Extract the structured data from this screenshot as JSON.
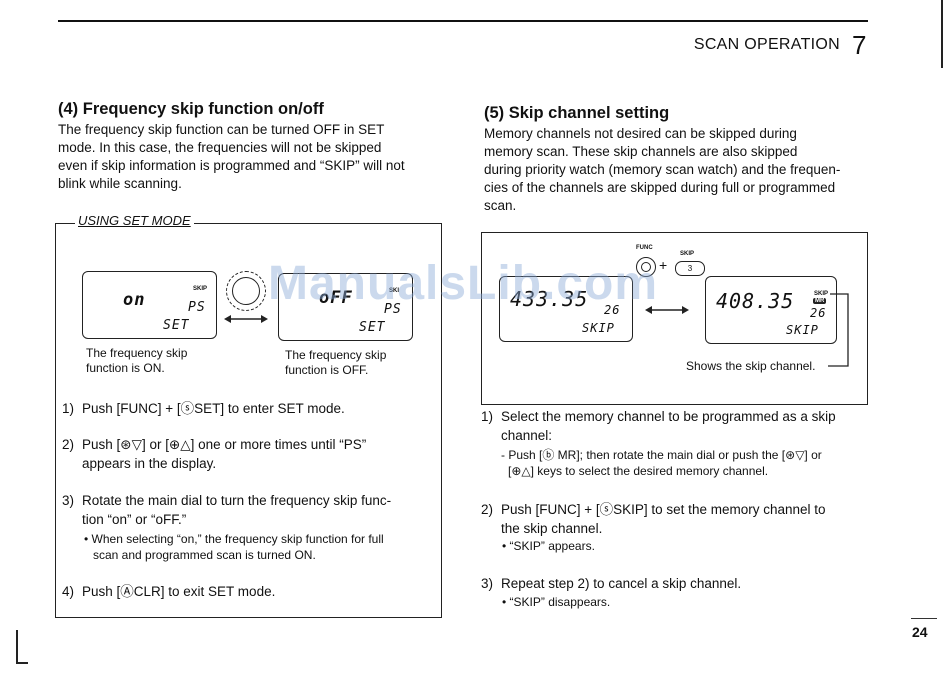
{
  "header": {
    "section": "SCAN OPERATION",
    "chapter": "7",
    "page": "24"
  },
  "watermark": "ManualsLib.com",
  "left": {
    "title": "(4) Frequency skip function on/off",
    "intro": [
      "The frequency skip function can be turned OFF in SET",
      "mode.  In this case, the frequencies will not be skipped",
      "even if skip information is programmed and “SKIP” will not",
      "blink while scanning."
    ],
    "box_label": "USING SET MODE",
    "display_on": {
      "value": "on",
      "skip": "SKIP",
      "ps": "PS",
      "set": "SET"
    },
    "display_off": {
      "value": "oFF",
      "skip": "SKI",
      "ps": "PS",
      "set": "SET"
    },
    "caption_on": [
      "The   frequency   skip",
      "function is ON."
    ],
    "caption_off": [
      "The   frequency   skip",
      "function is OFF."
    ],
    "steps": [
      {
        "num": "1)",
        "lines": [
          "Push [FUNC] + [ⓢSET] to enter SET mode."
        ]
      },
      {
        "num": "2)",
        "lines": [
          "Push [⊛▽] or [⊕△] one or more times until “PS”",
          "appears in the display."
        ]
      },
      {
        "num": "3)",
        "lines": [
          "Rotate the main dial to turn the frequency skip func-",
          "tion “on” or “oFF.”"
        ],
        "bullet": [
          "• When  selecting  “on,”  the  frequency  skip  function  for  full",
          "scan and programmed scan is turned ON."
        ]
      },
      {
        "num": "4)",
        "lines": [
          "Push [ⒶCLR] to exit SET mode."
        ]
      }
    ]
  },
  "right": {
    "title": "(5) Skip channel setting",
    "intro": [
      "Memory   channels   not   desired   can   be   skipped   during",
      "memory  scan.   These  skip  channels  are  also  skipped",
      "during priority watch (memory scan watch) and the frequen-",
      "cies of the channels are skipped during full or programmed",
      "scan."
    ],
    "func_label": "FUNC",
    "skip_key_label": "SKIP",
    "skip_key_num": "3",
    "display_left": {
      "freq": "433.35",
      "ch": "26",
      "skip": "SKIP"
    },
    "display_right": {
      "freq": "408.35",
      "ch": "26",
      "skip": "SKIP",
      "skip_tag": "SKIP",
      "mr": "MR"
    },
    "callout": "Shows the skip channel.",
    "steps": [
      {
        "num": "1)",
        "lines": [
          "Select the memory channel to be programmed as a skip",
          "channel:"
        ],
        "sub": [
          "- Push [ⓑ MR]; then rotate the main dial or push the [⊛▽] or",
          "[⊕△] keys to select the desired memory channel."
        ]
      },
      {
        "num": "2)",
        "lines": [
          "Push [FUNC] + [ⓢSKIP] to set the memory channel to",
          "the skip channel."
        ],
        "sub": [
          "• “SKIP” appears."
        ]
      },
      {
        "num": "3)",
        "lines": [
          "Repeat step 2) to cancel a skip channel."
        ],
        "sub": [
          "• “SKIP” disappears."
        ]
      }
    ]
  }
}
